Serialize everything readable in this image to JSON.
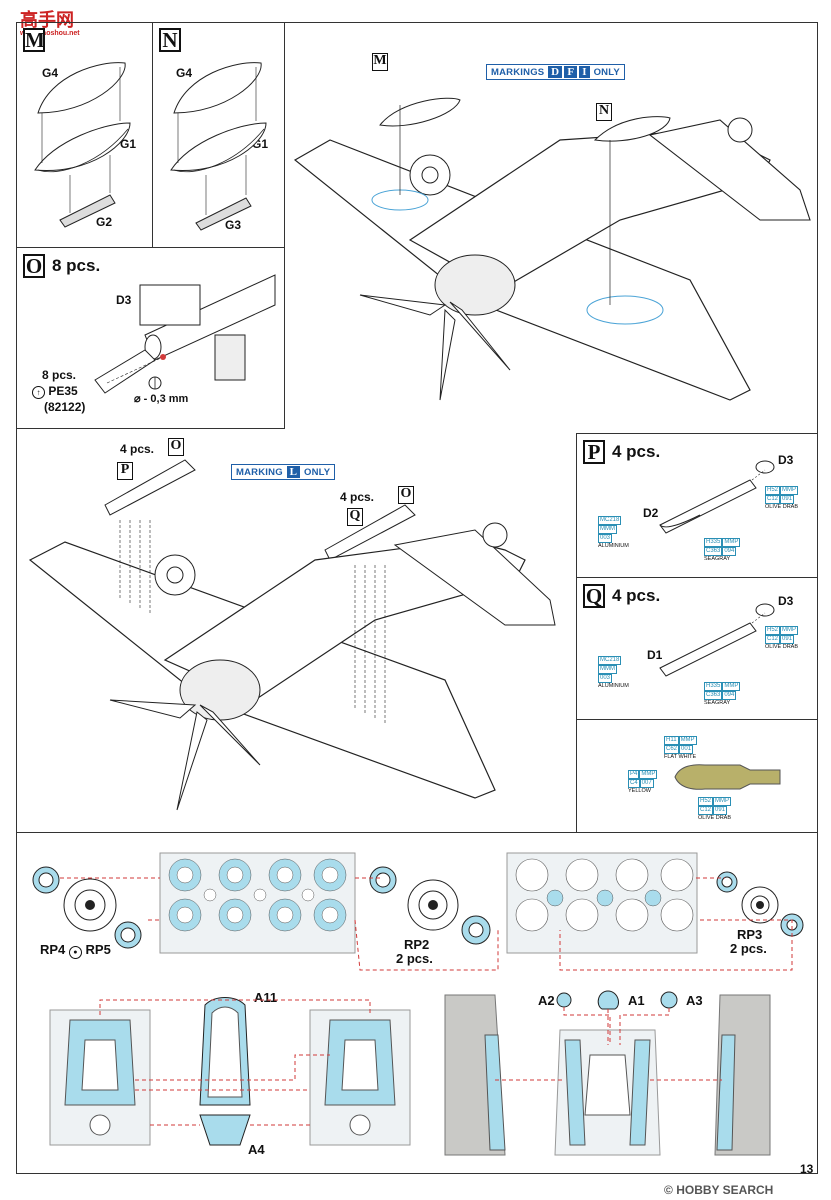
{
  "watermark_top": {
    "text": "高手网",
    "sub": "www.gaoshou.net"
  },
  "watermark_bottom": {
    "brand": "HOBBY SEARCH",
    "mark": "©"
  },
  "page_number": "13",
  "panels": {
    "M": {
      "letter": "M",
      "parts": [
        "G4",
        "G1",
        "G2"
      ]
    },
    "N": {
      "letter": "N",
      "parts": [
        "G4",
        "G1",
        "G3"
      ]
    },
    "O": {
      "letter": "O",
      "count": "8 pcs.",
      "part": "D3",
      "pe_count": "8 pcs.",
      "pe_part": "PE35",
      "pe_code": "(82122)",
      "drill": "⌀ - 0,3 mm"
    },
    "main_top": {
      "marking_prefix": "MARKINGS",
      "marking_letters": [
        "D",
        "F",
        "I"
      ],
      "marking_suffix": "ONLY",
      "callouts": [
        "M",
        "N"
      ]
    },
    "main_bottom": {
      "marking_prefix": "MARKING",
      "marking_letters": [
        "L"
      ],
      "marking_suffix": "ONLY",
      "callout_P": {
        "count": "4 pcs.",
        "letter": "P",
        "ref": "O"
      },
      "callout_Q": {
        "count": "4 pcs.",
        "letter": "Q",
        "ref": "O"
      }
    },
    "P": {
      "letter": "P",
      "count": "4 pcs.",
      "parts": [
        "D3",
        "D2"
      ]
    },
    "Q": {
      "letter": "Q",
      "count": "4 pcs.",
      "parts": [
        "D3",
        "D1"
      ]
    }
  },
  "paints": {
    "olive_drab": {
      "codes": [
        "H52",
        "MMP",
        "C12",
        "091"
      ],
      "name": "OLIVE DRAB"
    },
    "aluminium": {
      "codes": [
        "MC218",
        "MMM",
        "003"
      ],
      "name": "ALUMINIUM"
    },
    "seagray": {
      "codes": [
        "H335",
        "MMP",
        "C363",
        "094"
      ],
      "name": "SEAGRAY"
    },
    "flat_white": {
      "codes": [
        "H11",
        "MMP",
        "C62",
        "001"
      ],
      "name": "FLAT WHITE"
    },
    "yellow": {
      "codes": [
        "P4",
        "MMP",
        "C4",
        "007"
      ],
      "name": "YELLOW"
    }
  },
  "mask_section": {
    "wheels": [
      {
        "label": "RP4",
        "label2": "RP5"
      },
      {
        "label": "RP2",
        "count": "2 pcs."
      },
      {
        "label": "RP3",
        "count": "2 pcs."
      }
    ],
    "canopy_parts": [
      "A11",
      "A4"
    ],
    "lights": [
      "A2",
      "A1",
      "A3"
    ]
  },
  "colors": {
    "mask_blue": "#a9dcec",
    "marking_blue": "#1f5fa8",
    "guide_red": "#d23a3a",
    "ink": "#222222"
  }
}
